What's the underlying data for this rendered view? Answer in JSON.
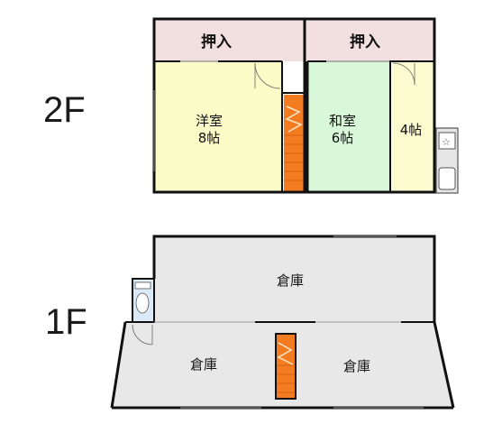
{
  "floors": {
    "second": {
      "label": "2F",
      "closet_left": "押入",
      "closet_right": "押入",
      "western_room": {
        "name": "洋室",
        "size": "8帖"
      },
      "japanese_room": {
        "name": "和室",
        "size": "6帖"
      },
      "small_room": {
        "size": "4帖"
      }
    },
    "first": {
      "label": "1F",
      "storage_top": "倉庫",
      "storage_left": "倉庫",
      "storage_right": "倉庫"
    }
  },
  "icons": {
    "stair": "stair-icon",
    "kitchen": "kitchen-sink-icon",
    "toilet": "toilet-icon"
  },
  "colors": {
    "closet": "#f2dfe0",
    "western_room": "#fbfbc7",
    "japanese_room": "#d9f7d9",
    "small_room": "#fbfbcf",
    "storage": "#e8e8e8",
    "stair": "#f47c20",
    "wall": "#111111"
  }
}
